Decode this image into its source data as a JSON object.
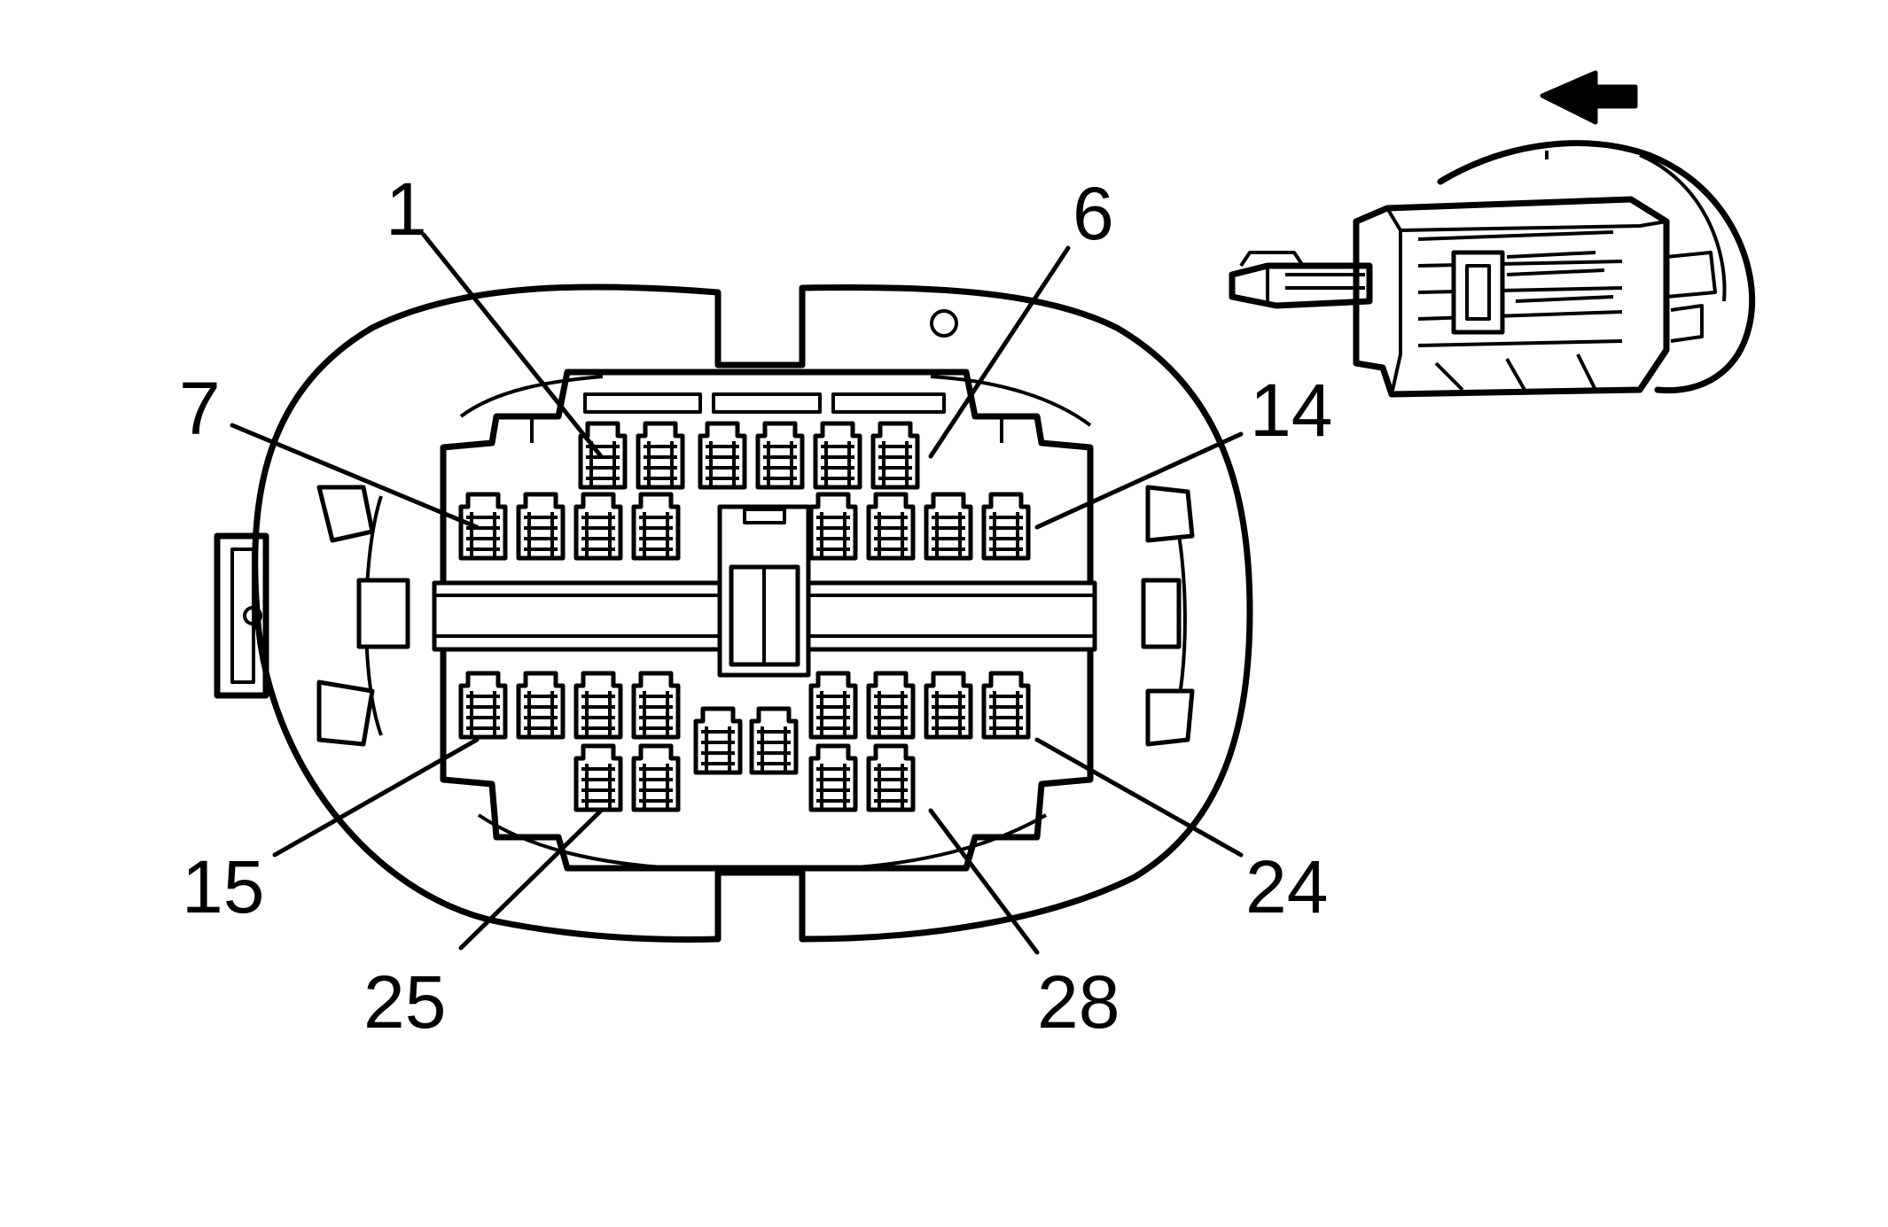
{
  "diagram": {
    "type": "connector-pinout",
    "colors": {
      "line": "#000000",
      "background": "#ffffff"
    },
    "inset_view_arrow": "arrow-left-icon",
    "labels": [
      {
        "id": "pin-1",
        "text": "1"
      },
      {
        "id": "pin-6",
        "text": "6"
      },
      {
        "id": "pin-7",
        "text": "7"
      },
      {
        "id": "pin-14",
        "text": "14"
      },
      {
        "id": "pin-15",
        "text": "15"
      },
      {
        "id": "pin-24",
        "text": "24"
      },
      {
        "id": "pin-25",
        "text": "25"
      },
      {
        "id": "pin-28",
        "text": "28"
      }
    ]
  }
}
